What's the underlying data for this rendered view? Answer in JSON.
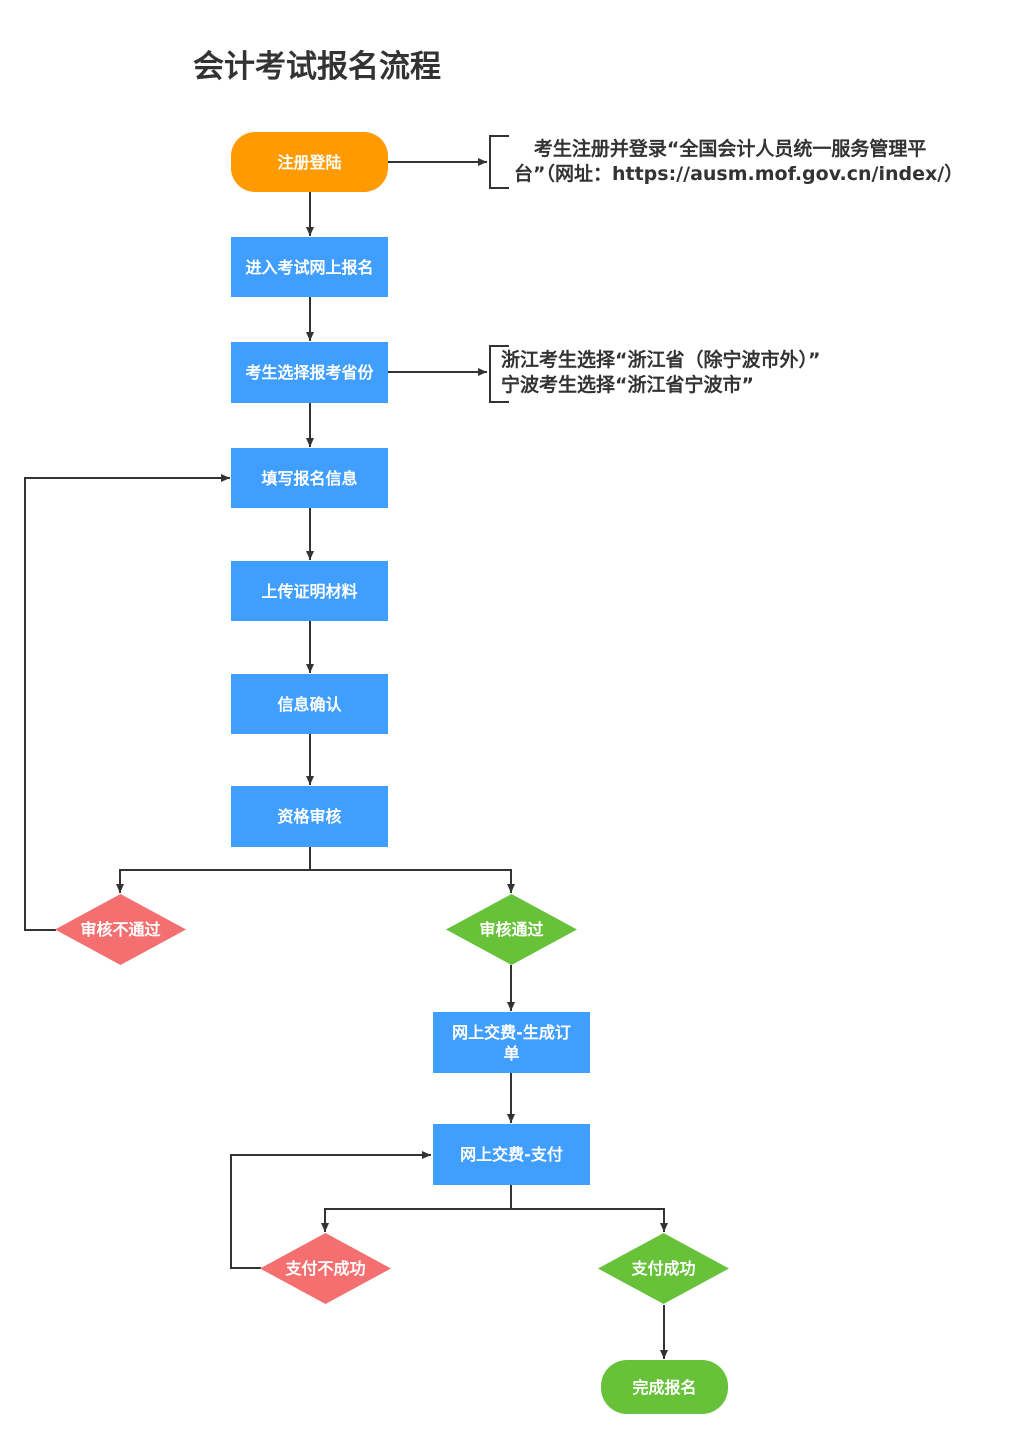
{
  "title": "会计考试报名流程",
  "nodes": {
    "register": "注册登陆",
    "enter": "进入考试网上报名",
    "province": "考生选择报考省份",
    "fill": "填写报名信息",
    "upload": "上传证明材料",
    "confirm": "信息确认",
    "review": "资格审核",
    "review_fail": "审核不通过",
    "review_pass": "审核通过",
    "order": "网上交费-生成订单",
    "pay": "网上交费-支付",
    "pay_fail": "支付不成功",
    "pay_success": "支付成功",
    "done": "完成报名"
  },
  "notes": {
    "register_note": "   考生注册并登录“全国会计人员统一服务管理平台”（网址：https://ausm.mof.gov.cn/index/）",
    "province_note_1": "浙江考生选择“浙江省（除宁波市外）”",
    "province_note_2": "宁波考生选择“浙江省宁波市”"
  },
  "colors": {
    "process": "#409eff",
    "start": "#ff9a00",
    "fail": "#f47070",
    "success": "#67c23a",
    "connector": "#333333"
  }
}
